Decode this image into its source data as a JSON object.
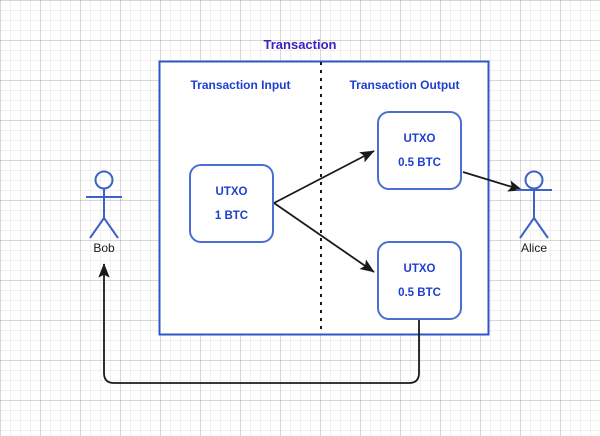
{
  "diagram": {
    "title": "Transaction",
    "sections": [
      {
        "id": "input",
        "label": "Transaction Input"
      },
      {
        "id": "output",
        "label": "Transaction Output"
      }
    ],
    "utxos": [
      {
        "id": "input-utxo",
        "label": "UTXO",
        "amount": "1 BTC"
      },
      {
        "id": "output-utxo-top",
        "label": "UTXO",
        "amount": "0.5 BTC"
      },
      {
        "id": "output-utxo-bottom",
        "label": "UTXO",
        "amount": "0.5 BTC"
      }
    ],
    "actors": [
      {
        "id": "bob",
        "name": "Bob"
      },
      {
        "id": "alice",
        "name": "Alice"
      }
    ],
    "colors": {
      "title_purple": "#3a21c0",
      "label_blue": "#1d3fcf",
      "box_border_blue": "#4a6fd4",
      "figure_blue": "#3f62c8",
      "arrow_black": "#1a1a1a",
      "grid_line": "#e8e8e8",
      "background": "#ffffff"
    },
    "connectors": [
      {
        "id": "input-to-top-output",
        "from": "input-utxo",
        "to": "output-utxo-top",
        "style": "solid-arrow"
      },
      {
        "id": "input-to-bottom-output",
        "from": "input-utxo",
        "to": "output-utxo-bottom",
        "style": "solid-arrow"
      },
      {
        "id": "top-output-to-alice",
        "from": "output-utxo-top",
        "to": "alice",
        "style": "solid-arrow"
      },
      {
        "id": "bottom-output-to-bob",
        "from": "output-utxo-bottom",
        "to": "bob",
        "style": "solid-arrow-elbow"
      }
    ]
  }
}
